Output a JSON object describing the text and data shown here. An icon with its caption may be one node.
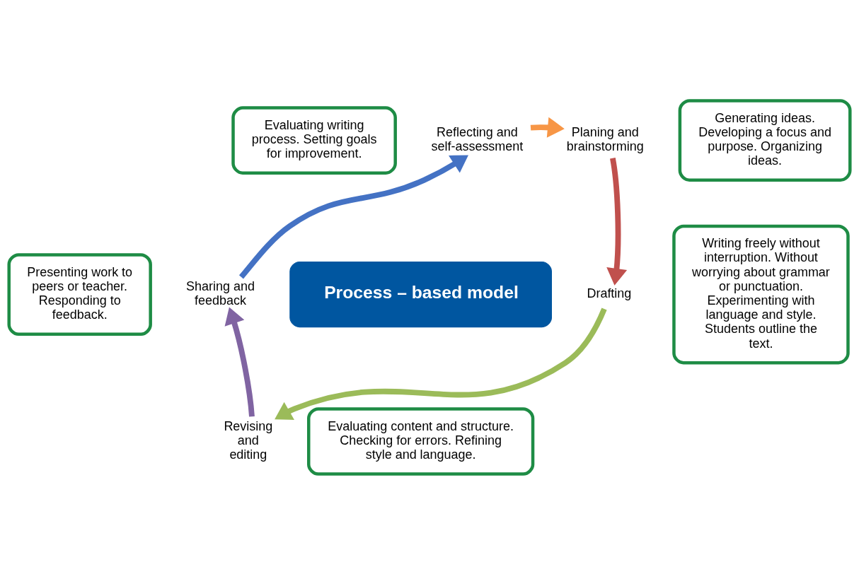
{
  "diagram": {
    "nodes": [
      {
        "text": [
          "Evaluating writing process. Setting goals for improvement."
        ]
      },
      {
        "text": [
          "Reflecting and self-assessment"
        ]
      },
      {
        "text": [
          "Planing and brainstorming"
        ]
      },
      {
        "text": [
          "Generating ideas. Developing a focus and purpose. Organizing ideas."
        ]
      },
      {
        "text": [
          "Process – based model"
        ]
      },
      {
        "text": [
          "Presenting work to peers or teacher. Responding to feedback."
        ]
      },
      {
        "text": [
          "Sharing and feedback"
        ]
      },
      {
        "text": [
          "Drafting"
        ]
      },
      {
        "text": [
          "Writing freely without interruption. Without worrying about grammar or punctuation. Experimenting with language and style. Students outline the text."
        ]
      },
      {
        "text": [
          "Revising and editing"
        ]
      },
      {
        "text": [
          "Evaluating content and structure. Checking for errors. Refining style and language."
        ]
      }
    ],
    "edges": [
      {
        "from": 1,
        "to": 2,
        "arrow": "to",
        "color": "#f79646"
      },
      {
        "from": 2,
        "to": 7,
        "arrow": "to",
        "color": "#c0504d"
      },
      {
        "from": 7,
        "to": 9,
        "arrow": "to",
        "color": "#9bbb59"
      },
      {
        "from": 9,
        "to": 6,
        "arrow": "to",
        "color": "#8064a2"
      },
      {
        "from": 6,
        "to": 1,
        "arrow": "to",
        "color": "#4472c4"
      }
    ]
  }
}
